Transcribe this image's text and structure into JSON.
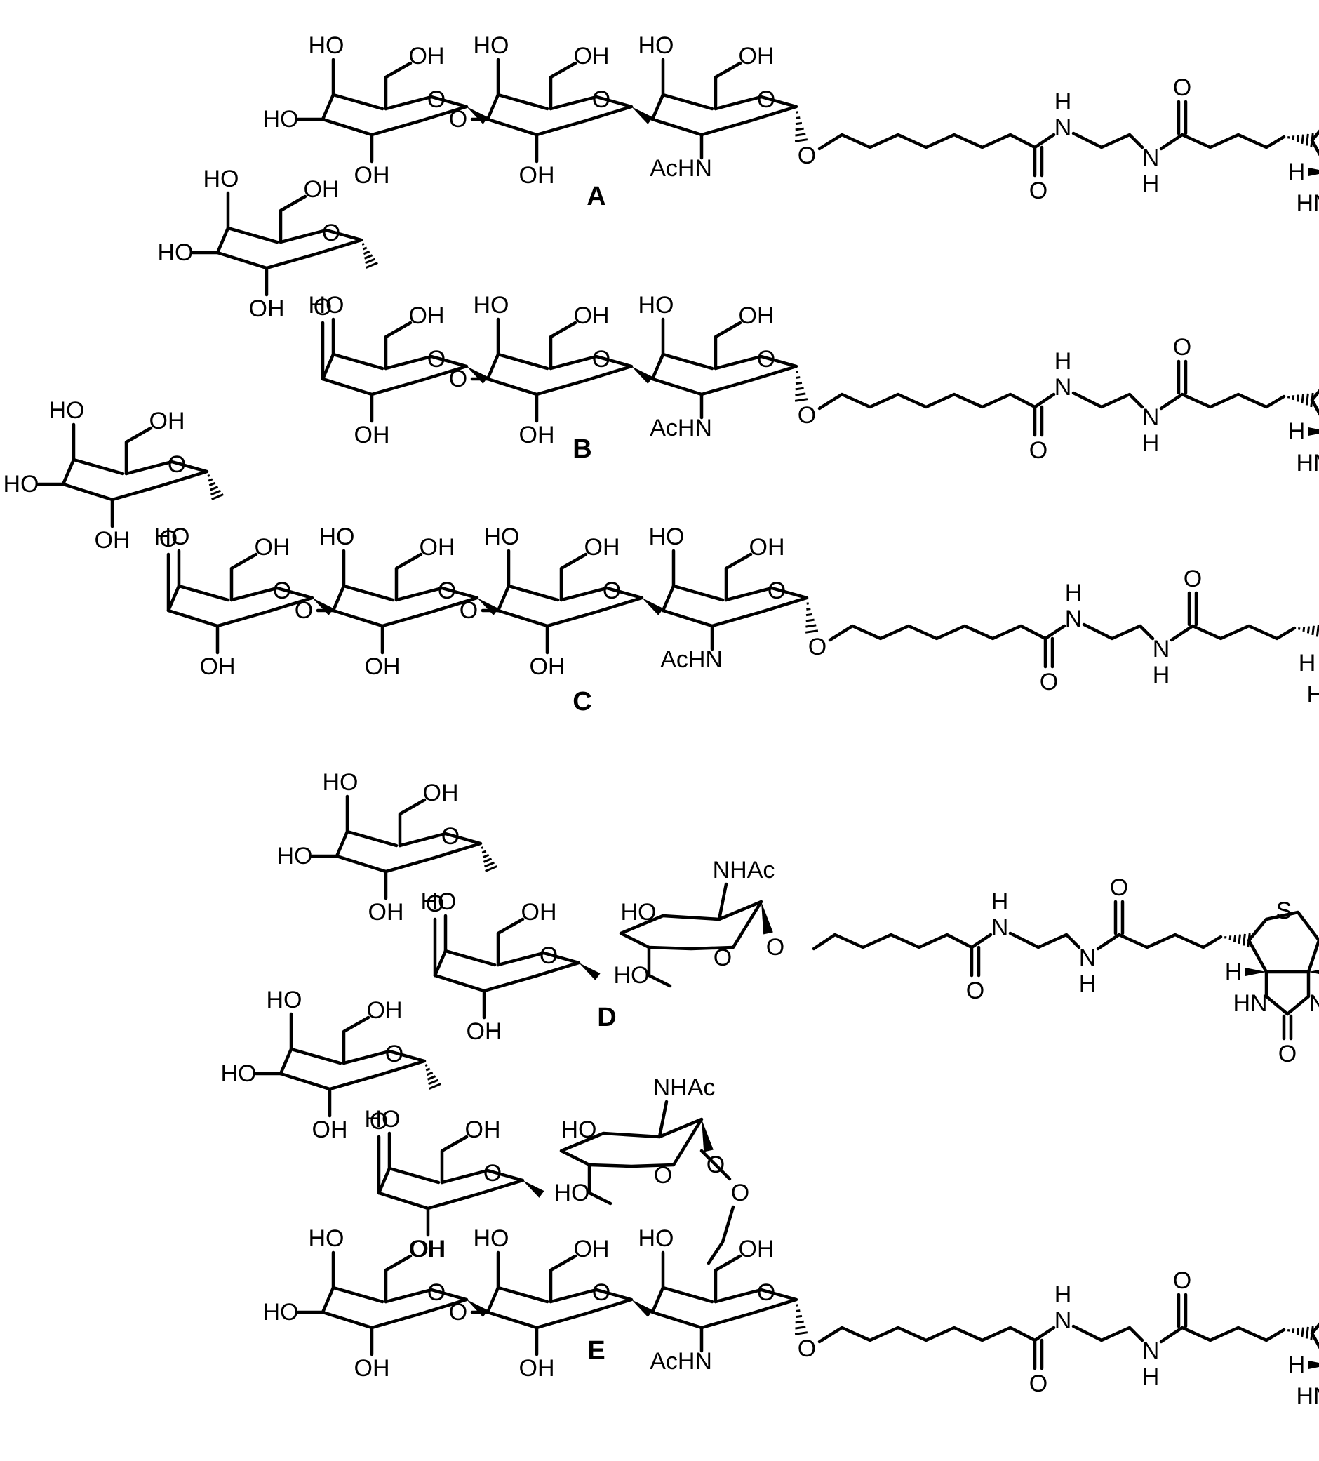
{
  "compounds": [
    {
      "label": "A"
    },
    {
      "label": "B"
    },
    {
      "label": "C"
    },
    {
      "label": "D"
    },
    {
      "label": "E"
    }
  ],
  "atoms": {
    "ho": "HO",
    "oh": "OH",
    "o": "O",
    "s": "S",
    "h": "H",
    "hn": "HN",
    "nh": "NH",
    "n": "N",
    "achn": "AcHN",
    "nhac": "NHAc"
  },
  "colors": {
    "ink": "#000000",
    "background": "#ffffff"
  }
}
